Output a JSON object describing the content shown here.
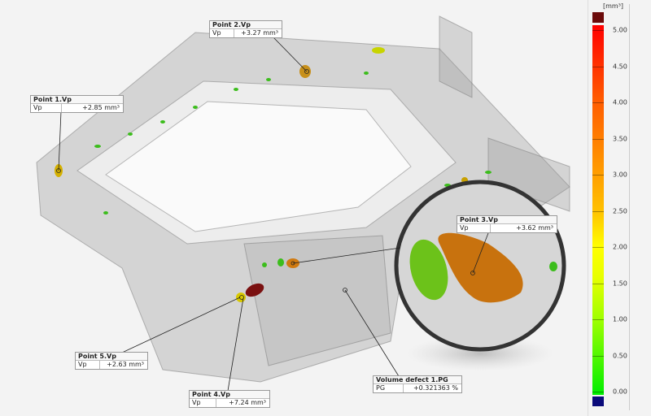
{
  "legend": {
    "unit": "[mm³]",
    "ticks": [
      "5.00",
      "4.50",
      "4.00",
      "3.50",
      "3.00",
      "2.50",
      "2.00",
      "1.50",
      "1.00",
      "0.50",
      "0.00"
    ],
    "colors": {
      "over": "#6b0a0a",
      "under": "#0a0a7a"
    }
  },
  "callouts": [
    {
      "title": "Point 1.Vp",
      "key": "Vp",
      "value": "+2.85 mm³"
    },
    {
      "title": "Point 2.Vp",
      "key": "Vp",
      "value": "+3.27 mm³"
    },
    {
      "title": "Point 3.Vp",
      "key": "Vp",
      "value": "+3.62 mm³"
    },
    {
      "title": "Point 4.Vp",
      "key": "Vp",
      "value": "+7.24 mm³"
    },
    {
      "title": "Point 5.Vp",
      "key": "Vp",
      "value": "+2.63 mm³"
    },
    {
      "title": "Volume defect 1.PG",
      "key": "PG",
      "value": "+0.321363 %"
    }
  ]
}
